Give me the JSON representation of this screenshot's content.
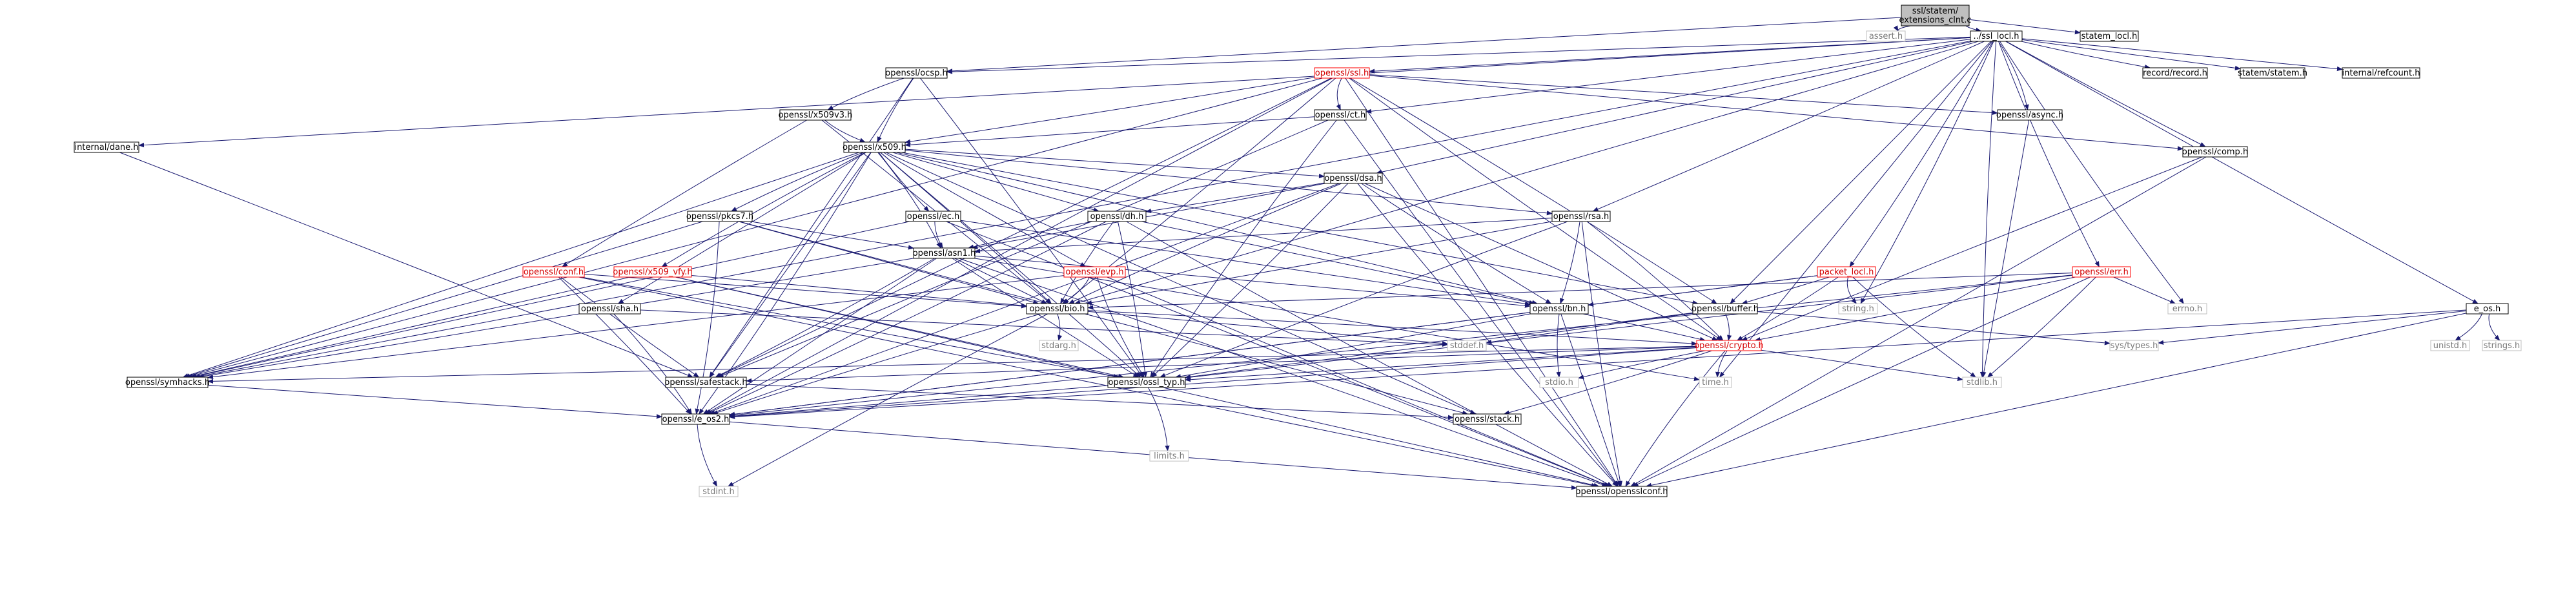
{
  "colors": {
    "edge": "#191970",
    "box_border": "#000000",
    "box_border_grey": "#bfbfbf",
    "box_border_red": "#ff0000",
    "root_fill": "#bfbfbf",
    "node_fill": "#ffffff",
    "label_red": "#d40000"
  },
  "nodes": [
    {
      "id": "root",
      "label": "ssl/statem/extensions_clnt.c",
      "style": "root",
      "interactable": false
    },
    {
      "id": "assert",
      "label": "assert.h",
      "style": "grey",
      "interactable": false
    },
    {
      "id": "ssl_locl",
      "label": "../ssl_locl.h",
      "style": "normal",
      "interactable": true
    },
    {
      "id": "statem_locl",
      "label": "statem_locl.h",
      "style": "normal",
      "interactable": true
    },
    {
      "id": "ocsp",
      "label": "openssl/ocsp.h",
      "style": "normal",
      "interactable": true
    },
    {
      "id": "ssl",
      "label": "openssl/ssl.h",
      "style": "red",
      "interactable": true
    },
    {
      "id": "record",
      "label": "record/record.h",
      "style": "normal",
      "interactable": true
    },
    {
      "id": "statem_h",
      "label": "statem/statem.h",
      "style": "normal",
      "interactable": true
    },
    {
      "id": "refcount",
      "label": "internal/refcount.h",
      "style": "normal",
      "interactable": true
    },
    {
      "id": "x509v3",
      "label": "openssl/x509v3.h",
      "style": "normal",
      "interactable": true
    },
    {
      "id": "ct",
      "label": "openssl/ct.h",
      "style": "normal",
      "interactable": true
    },
    {
      "id": "async",
      "label": "openssl/async.h",
      "style": "normal",
      "interactable": true
    },
    {
      "id": "dane",
      "label": "internal/dane.h",
      "style": "normal",
      "interactable": true
    },
    {
      "id": "x509",
      "label": "openssl/x509.h",
      "style": "normal",
      "interactable": true
    },
    {
      "id": "comp",
      "label": "openssl/comp.h",
      "style": "normal",
      "interactable": true
    },
    {
      "id": "dsa",
      "label": "openssl/dsa.h",
      "style": "normal",
      "interactable": true
    },
    {
      "id": "pkcs7",
      "label": "openssl/pkcs7.h",
      "style": "normal",
      "interactable": true
    },
    {
      "id": "ec",
      "label": "openssl/ec.h",
      "style": "normal",
      "interactable": true
    },
    {
      "id": "dh",
      "label": "openssl/dh.h",
      "style": "normal",
      "interactable": true
    },
    {
      "id": "rsa",
      "label": "openssl/rsa.h",
      "style": "normal",
      "interactable": true
    },
    {
      "id": "asn1",
      "label": "openssl/asn1.h",
      "style": "normal",
      "interactable": true
    },
    {
      "id": "conf",
      "label": "openssl/conf.h",
      "style": "red",
      "interactable": true
    },
    {
      "id": "x509_vfy",
      "label": "openssl/x509_vfy.h",
      "style": "red",
      "interactable": true
    },
    {
      "id": "evp",
      "label": "openssl/evp.h",
      "style": "red",
      "interactable": true
    },
    {
      "id": "packet_locl",
      "label": "packet_locl.h",
      "style": "red",
      "interactable": true
    },
    {
      "id": "err",
      "label": "openssl/err.h",
      "style": "red",
      "interactable": true
    },
    {
      "id": "e_os",
      "label": "e_os.h",
      "style": "normal",
      "interactable": true
    },
    {
      "id": "sha",
      "label": "openssl/sha.h",
      "style": "normal",
      "interactable": true
    },
    {
      "id": "bio",
      "label": "openssl/bio.h",
      "style": "normal",
      "interactable": true
    },
    {
      "id": "bn",
      "label": "openssl/bn.h",
      "style": "normal",
      "interactable": true
    },
    {
      "id": "buffer",
      "label": "openssl/buffer.h",
      "style": "normal",
      "interactable": true
    },
    {
      "id": "string",
      "label": "string.h",
      "style": "grey",
      "interactable": false
    },
    {
      "id": "errno",
      "label": "errno.h",
      "style": "grey",
      "interactable": false
    },
    {
      "id": "stdarg",
      "label": "stdarg.h",
      "style": "grey",
      "interactable": false
    },
    {
      "id": "stddef",
      "label": "stddef.h",
      "style": "grey",
      "interactable": false
    },
    {
      "id": "crypto",
      "label": "openssl/crypto.h",
      "style": "red",
      "interactable": true
    },
    {
      "id": "systypes",
      "label": "sys/types.h",
      "style": "grey",
      "interactable": false
    },
    {
      "id": "unistd",
      "label": "unistd.h",
      "style": "grey",
      "interactable": false
    },
    {
      "id": "strings",
      "label": "strings.h",
      "style": "grey",
      "interactable": false
    },
    {
      "id": "symhacks",
      "label": "openssl/symhacks.h",
      "style": "normal",
      "interactable": true
    },
    {
      "id": "safestack",
      "label": "openssl/safestack.h",
      "style": "normal",
      "interactable": true
    },
    {
      "id": "ossl_typ",
      "label": "openssl/ossl_typ.h",
      "style": "normal",
      "interactable": true
    },
    {
      "id": "stdio",
      "label": "stdio.h",
      "style": "grey",
      "interactable": false
    },
    {
      "id": "time",
      "label": "time.h",
      "style": "grey",
      "interactable": false
    },
    {
      "id": "stdlib",
      "label": "stdlib.h",
      "style": "grey",
      "interactable": false
    },
    {
      "id": "e_os2",
      "label": "openssl/e_os2.h",
      "style": "normal",
      "interactable": true
    },
    {
      "id": "stack",
      "label": "openssl/stack.h",
      "style": "normal",
      "interactable": true
    },
    {
      "id": "limits",
      "label": "limits.h",
      "style": "grey",
      "interactable": false
    },
    {
      "id": "stdint",
      "label": "stdint.h",
      "style": "grey",
      "interactable": false
    },
    {
      "id": "opensslconf",
      "label": "openssl/opensslconf.h",
      "style": "normal",
      "interactable": true
    }
  ],
  "edges": [
    [
      "root",
      "assert"
    ],
    [
      "root",
      "ssl_locl"
    ],
    [
      "root",
      "statem_locl"
    ],
    [
      "root",
      "ocsp"
    ],
    [
      "ssl_locl",
      "ssl"
    ],
    [
      "ssl_locl",
      "record"
    ],
    [
      "ssl_locl",
      "statem_h"
    ],
    [
      "ssl_locl",
      "refcount"
    ],
    [
      "ssl_locl",
      "ct"
    ],
    [
      "ssl_locl",
      "async"
    ],
    [
      "ssl_locl",
      "dane"
    ],
    [
      "ssl_locl",
      "comp"
    ],
    [
      "ssl_locl",
      "dsa"
    ],
    [
      "ssl_locl",
      "rsa"
    ],
    [
      "ssl_locl",
      "packet_locl"
    ],
    [
      "ssl_locl",
      "err"
    ],
    [
      "ssl_locl",
      "e_os"
    ],
    [
      "ssl_locl",
      "buffer"
    ],
    [
      "ssl_locl",
      "bio"
    ],
    [
      "ssl_locl",
      "string"
    ],
    [
      "ssl_locl",
      "errno"
    ],
    [
      "ssl_locl",
      "stdlib"
    ],
    [
      "ssl_locl",
      "time"
    ],
    [
      "ssl_locl",
      "symhacks"
    ],
    [
      "ssl_locl",
      "ocsp"
    ],
    [
      "ocsp",
      "x509v3"
    ],
    [
      "ocsp",
      "x509"
    ],
    [
      "ocsp",
      "safestack"
    ],
    [
      "ocsp",
      "ossl_typ"
    ],
    [
      "ssl",
      "x509"
    ],
    [
      "ssl",
      "ct"
    ],
    [
      "ssl",
      "async"
    ],
    [
      "ssl",
      "comp"
    ],
    [
      "ssl",
      "bio"
    ],
    [
      "ssl",
      "buffer"
    ],
    [
      "ssl",
      "crypto"
    ],
    [
      "ssl",
      "e_os2"
    ],
    [
      "ssl",
      "opensslconf"
    ],
    [
      "ssl",
      "symhacks"
    ],
    [
      "ssl",
      "safestack"
    ],
    [
      "x509v3",
      "x509"
    ],
    [
      "x509v3",
      "conf"
    ],
    [
      "x509v3",
      "bio"
    ],
    [
      "ct",
      "x509"
    ],
    [
      "ct",
      "safestack"
    ],
    [
      "ct",
      "ossl_typ"
    ],
    [
      "ct",
      "opensslconf"
    ],
    [
      "async",
      "stdlib"
    ],
    [
      "dane",
      "safestack"
    ],
    [
      "x509",
      "dsa"
    ],
    [
      "x509",
      "pkcs7"
    ],
    [
      "x509",
      "ec"
    ],
    [
      "x509",
      "dh"
    ],
    [
      "x509",
      "rsa"
    ],
    [
      "x509",
      "asn1"
    ],
    [
      "x509",
      "x509_vfy"
    ],
    [
      "x509",
      "evp"
    ],
    [
      "x509",
      "sha"
    ],
    [
      "x509",
      "bio"
    ],
    [
      "x509",
      "bn"
    ],
    [
      "x509",
      "buffer"
    ],
    [
      "x509",
      "symhacks"
    ],
    [
      "x509",
      "safestack"
    ],
    [
      "x509",
      "ossl_typ"
    ],
    [
      "x509",
      "e_os2"
    ],
    [
      "x509",
      "stack"
    ],
    [
      "comp",
      "crypto"
    ],
    [
      "comp",
      "opensslconf"
    ],
    [
      "dsa",
      "dh"
    ],
    [
      "dsa",
      "asn1"
    ],
    [
      "dsa",
      "bio"
    ],
    [
      "dsa",
      "bn"
    ],
    [
      "dsa",
      "crypto"
    ],
    [
      "dsa",
      "ossl_typ"
    ],
    [
      "dsa",
      "e_os2"
    ],
    [
      "dsa",
      "opensslconf"
    ],
    [
      "pkcs7",
      "asn1"
    ],
    [
      "pkcs7",
      "bio"
    ],
    [
      "pkcs7",
      "symhacks"
    ],
    [
      "pkcs7",
      "e_os2"
    ],
    [
      "pkcs7",
      "stack"
    ],
    [
      "ec",
      "asn1"
    ],
    [
      "ec",
      "bn"
    ],
    [
      "ec",
      "symhacks"
    ],
    [
      "ec",
      "opensslconf"
    ],
    [
      "dh",
      "asn1"
    ],
    [
      "dh",
      "bio"
    ],
    [
      "dh",
      "bn"
    ],
    [
      "dh",
      "ossl_typ"
    ],
    [
      "dh",
      "e_os2"
    ],
    [
      "dh",
      "opensslconf"
    ],
    [
      "rsa",
      "asn1"
    ],
    [
      "rsa",
      "bio"
    ],
    [
      "rsa",
      "bn"
    ],
    [
      "rsa",
      "crypto"
    ],
    [
      "rsa",
      "ossl_typ"
    ],
    [
      "rsa",
      "opensslconf"
    ],
    [
      "asn1",
      "bio"
    ],
    [
      "asn1",
      "bn"
    ],
    [
      "asn1",
      "safestack"
    ],
    [
      "asn1",
      "symhacks"
    ],
    [
      "asn1",
      "ossl_typ"
    ],
    [
      "asn1",
      "e_os2"
    ],
    [
      "asn1",
      "time"
    ],
    [
      "asn1",
      "opensslconf"
    ],
    [
      "conf",
      "bio"
    ],
    [
      "conf",
      "safestack"
    ],
    [
      "conf",
      "ossl_typ"
    ],
    [
      "conf",
      "e_os2"
    ],
    [
      "conf",
      "opensslconf"
    ],
    [
      "x509_vfy",
      "bio"
    ],
    [
      "x509_vfy",
      "symhacks"
    ],
    [
      "x509_vfy",
      "opensslconf"
    ],
    [
      "x509_vfy",
      "ossl_typ"
    ],
    [
      "evp",
      "bio"
    ],
    [
      "evp",
      "ossl_typ"
    ],
    [
      "evp",
      "symhacks"
    ],
    [
      "evp",
      "opensslconf"
    ],
    [
      "sha",
      "stddef"
    ],
    [
      "sha",
      "e_os2"
    ],
    [
      "packet_locl",
      "string"
    ],
    [
      "packet_locl",
      "bn"
    ],
    [
      "packet_locl",
      "buffer"
    ],
    [
      "packet_locl",
      "crypto"
    ],
    [
      "packet_locl",
      "e_os2"
    ],
    [
      "packet_locl",
      "stdlib"
    ],
    [
      "err",
      "bio"
    ],
    [
      "err",
      "errno"
    ],
    [
      "err",
      "stdlib"
    ],
    [
      "err",
      "crypto"
    ],
    [
      "err",
      "ossl_typ"
    ],
    [
      "err",
      "opensslconf"
    ],
    [
      "err",
      "e_os2"
    ],
    [
      "e_os",
      "systypes"
    ],
    [
      "e_os",
      "unistd"
    ],
    [
      "e_os",
      "strings"
    ],
    [
      "e_os",
      "e_os2"
    ],
    [
      "e_os",
      "opensslconf"
    ],
    [
      "bio",
      "stdarg"
    ],
    [
      "bio",
      "crypto"
    ],
    [
      "bio",
      "e_os2"
    ],
    [
      "bio",
      "stdint"
    ],
    [
      "bio",
      "stddef"
    ],
    [
      "bn",
      "crypto"
    ],
    [
      "bn",
      "ossl_typ"
    ],
    [
      "bn",
      "e_os2"
    ],
    [
      "bn",
      "stdio"
    ],
    [
      "bn",
      "opensslconf"
    ],
    [
      "buffer",
      "crypto"
    ],
    [
      "buffer",
      "ossl_typ"
    ],
    [
      "buffer",
      "stddef"
    ],
    [
      "buffer",
      "systypes"
    ],
    [
      "crypto",
      "symhacks"
    ],
    [
      "crypto",
      "safestack"
    ],
    [
      "crypto",
      "ossl_typ"
    ],
    [
      "crypto",
      "stdio"
    ],
    [
      "crypto",
      "time"
    ],
    [
      "crypto",
      "stdlib"
    ],
    [
      "crypto",
      "e_os2"
    ],
    [
      "crypto",
      "stack"
    ],
    [
      "crypto",
      "opensslconf"
    ],
    [
      "safestack",
      "stack"
    ],
    [
      "symhacks",
      "e_os2"
    ],
    [
      "ossl_typ",
      "e_os2"
    ],
    [
      "ossl_typ",
      "limits"
    ],
    [
      "e_os2",
      "stdint"
    ],
    [
      "e_os2",
      "opensslconf"
    ]
  ]
}
